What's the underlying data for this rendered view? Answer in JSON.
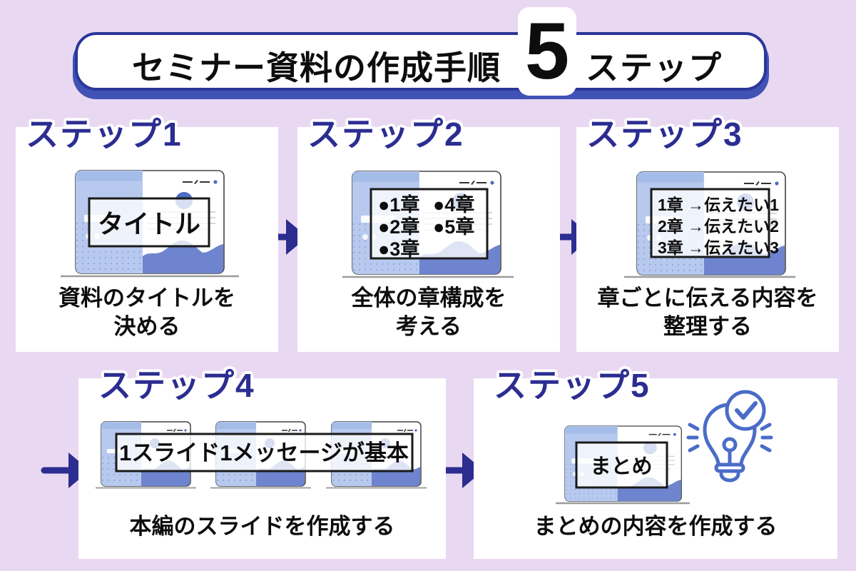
{
  "header": {
    "title": "セミナー資料の作成手順",
    "big_number": "5",
    "suffix": "ステップ"
  },
  "steps": [
    {
      "label": "ステップ1",
      "slide_text": "タイトル",
      "caption_lines": [
        "資料のタイトルを",
        "決める"
      ]
    },
    {
      "label": "ステップ2",
      "chapter_col1": [
        "●1章",
        "●2章",
        "●3章"
      ],
      "chapter_col2": [
        "●4章",
        "●5章"
      ],
      "caption_lines": [
        "全体の章構成を",
        "考える"
      ]
    },
    {
      "label": "ステップ3",
      "mapping_lines": [
        "1章 →伝えたい1",
        "2章 →伝えたい2",
        "3章 →伝えたい3"
      ],
      "caption_lines": [
        "章ごとに伝える内容を",
        "整理する"
      ]
    },
    {
      "label": "ステップ4",
      "slide_text": "1スライド1メッセージが基本",
      "caption_lines": [
        "本編のスライドを作成する"
      ]
    },
    {
      "label": "ステップ5",
      "slide_text": "まとめ",
      "caption_lines": [
        "まとめの内容を作成する"
      ]
    }
  ],
  "colors": {
    "background": "#e9d8f1",
    "card": "#ffffff",
    "navy_accent": "#2b2d91",
    "banner_border": "#2b3699",
    "banner_shadow": "#4152b5",
    "slide_blue": "#b7c9ee",
    "slide_blue_dark": "#a3bce8",
    "dot_blue": "#4d6cc4",
    "wave_blue": "#6e84cf",
    "bulb_blue": "#4a6cc8",
    "text_black": "#0d0d0d"
  }
}
